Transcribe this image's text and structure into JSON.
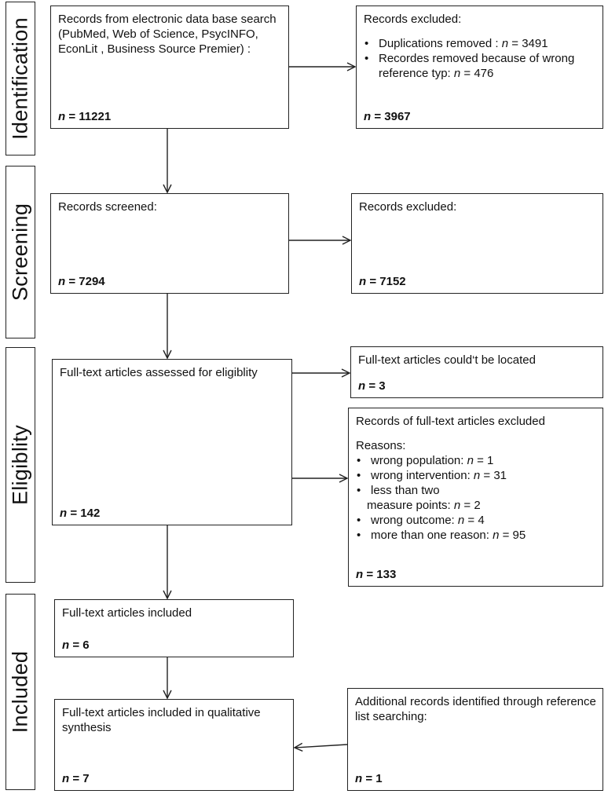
{
  "phases": {
    "identification": "Identification",
    "screening": "Screening",
    "eligibility": "Eligiblity",
    "included": "Included"
  },
  "boxes": {
    "records_search": {
      "text": "Records from electronic data base search (PubMed, Web of Science, PsycINFO, EconLit , Business Source Premier) :",
      "n": "11221"
    },
    "records_excluded_1": {
      "title": "Records excluded:",
      "items": [
        "Duplications removed : n = 3491",
        "Recordes removed  because of wrong reference typ: n = 476"
      ],
      "n": "3967"
    },
    "records_screened": {
      "text": "Records screened:",
      "n": "7294"
    },
    "records_excluded_2": {
      "text": "Records excluded:",
      "n": "7152"
    },
    "fulltext_assessed": {
      "text": "Full-text  articles assessed for eligiblity",
      "n": "142"
    },
    "fulltext_not_located": {
      "text": "Full-text  articles could‘t be located",
      "n": "3"
    },
    "fulltext_excluded": {
      "title": "Records of  full-text articles excluded",
      "reasons_label": "Reasons:",
      "items": [
        "wrong population:  n = 1",
        "wrong intervention: n = 31",
        "less than two",
        "wrong outcome: n = 4",
        "more than one reason: n = 95"
      ],
      "continuation": "measure points: n = 2",
      "n": "133"
    },
    "fulltext_included": {
      "text": "Full-text  articles included",
      "n": "6"
    },
    "qualitative_synthesis": {
      "text": "Full-text  articles included  in qualitative synthesis",
      "n": "7"
    },
    "additional_records": {
      "text": "Additional records identified through reference list searching:",
      "n": "1"
    }
  },
  "n_label": "n ="
}
